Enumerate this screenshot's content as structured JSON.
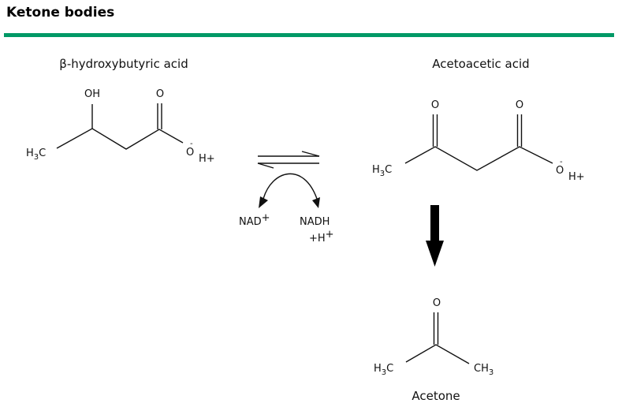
{
  "title": "Ketone bodies",
  "accent_color": "#009966",
  "molecules": {
    "bhb": {
      "name": "β-hydroxybutyric acid"
    },
    "acetoacetic": {
      "name": "Acetoacetic acid"
    },
    "acetone": {
      "name": "Acetone"
    }
  },
  "atoms": {
    "H": "H",
    "three": "3",
    "C": "C",
    "O": "O",
    "OH": "OH",
    "minus": "-",
    "plus": "+",
    "CH": "CH"
  },
  "cofactors": {
    "nad": "NAD",
    "nadh": "NADH",
    "plus_h": "+H"
  }
}
